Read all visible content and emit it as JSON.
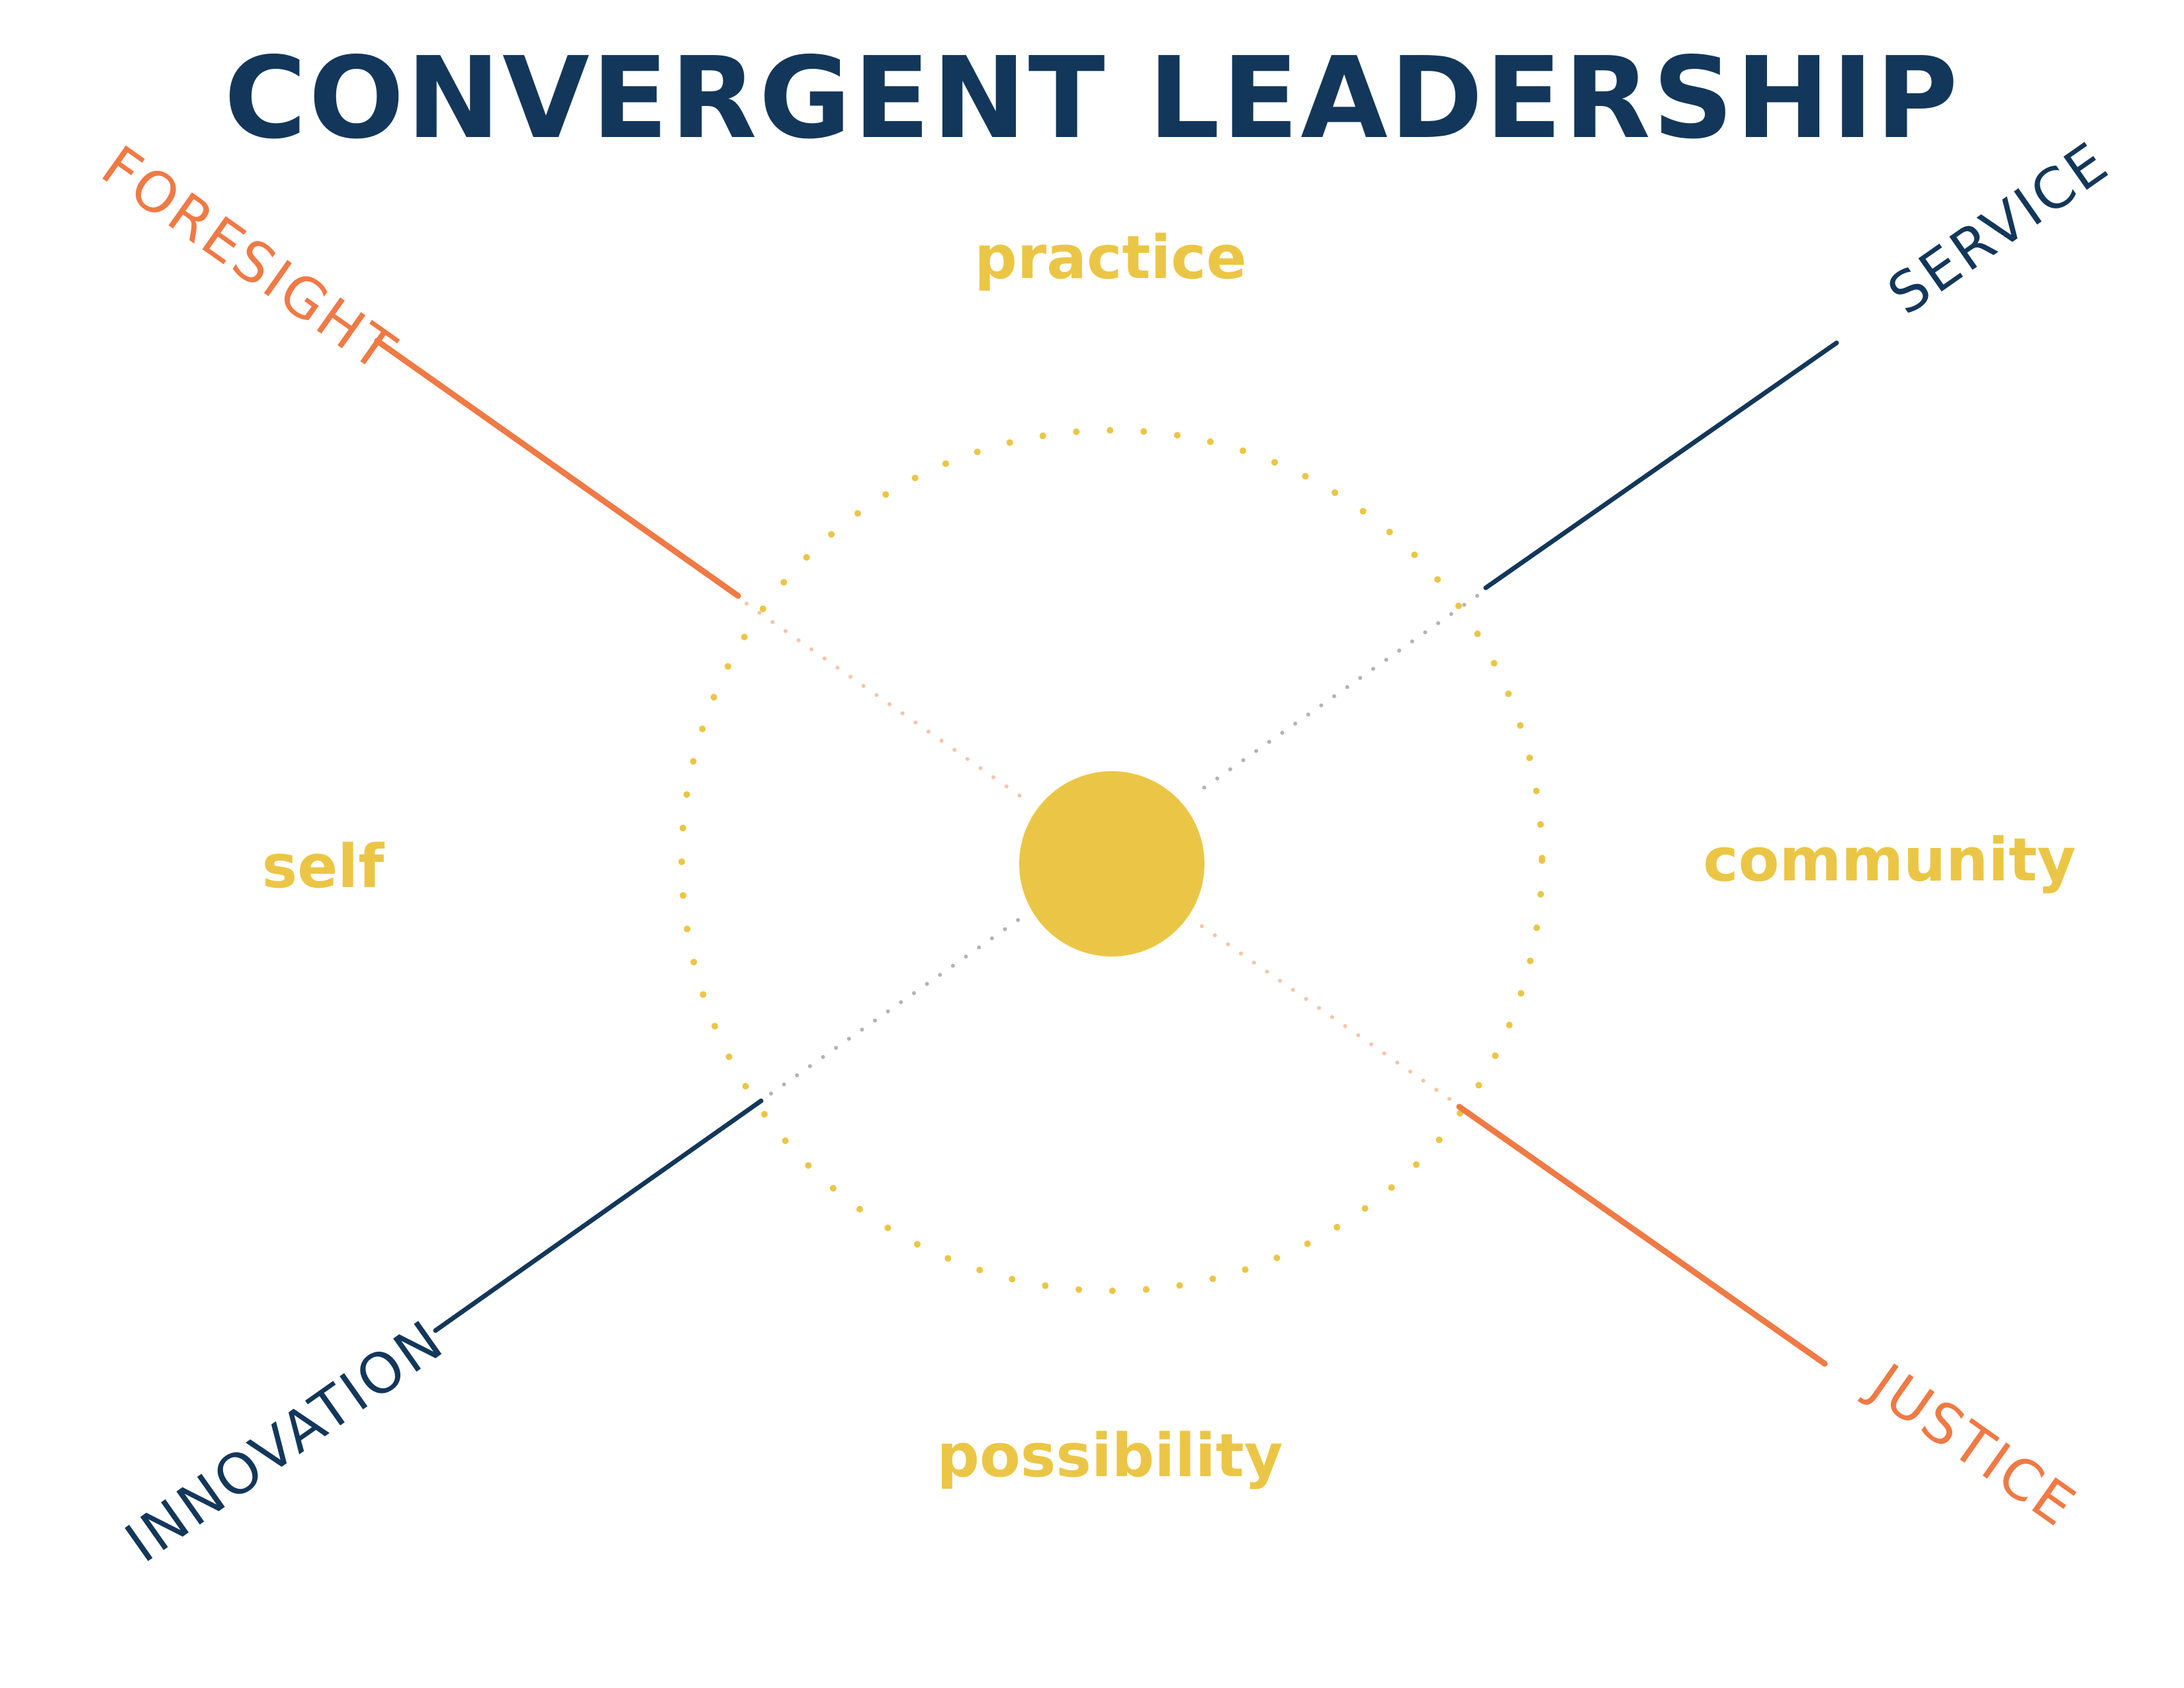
{
  "title": "CONVERGENT LEADERSHIP",
  "colors": {
    "title": "#13375a",
    "orange": "#ef7a45",
    "navy": "#13375a",
    "yellow": "#ebc646",
    "orange_faded": "#f7c3a8",
    "gray_dots": "#b3b3b3"
  },
  "axes": {
    "foresight": "FORESIGHT",
    "service": "SERVICE",
    "innovation": "INNOVATION",
    "justice": "JUSTICE"
  },
  "areas": {
    "top": "practice",
    "left": "self",
    "right": "community",
    "bottom": "possibility"
  }
}
